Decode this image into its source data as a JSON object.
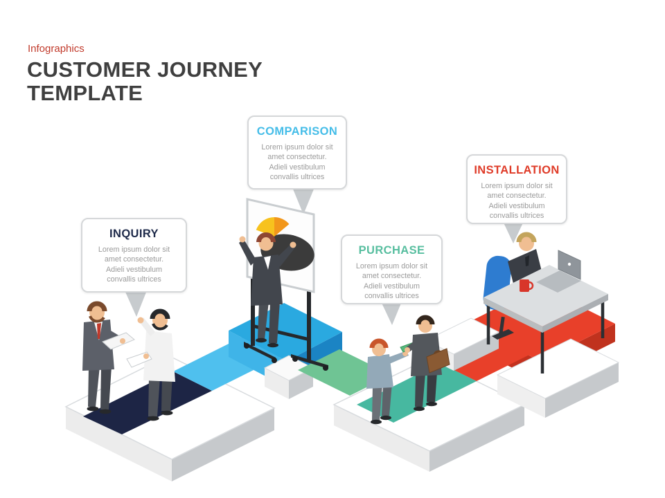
{
  "header": {
    "eyebrow": "Infographics",
    "title": [
      "CUSTOMER JOURNEY",
      "TEMPLATE"
    ],
    "eyebrow_color": "#C13A2B",
    "title_color": "#3F3F3F"
  },
  "callouts": {
    "inquiry": {
      "title": "INQUIRY",
      "title_color": "#1E2A4A",
      "body": [
        "Lorem ipsum dolor sit",
        "amet consectetur.",
        "Adieli vestibulum",
        "convallis ultrices"
      ]
    },
    "comparison": {
      "title": "COMPARISON",
      "title_color": "#45BDE8",
      "body": [
        "Lorem ipsum dolor sit",
        "amet consectetur.",
        "Adieli vestibulum",
        "convallis ultrices"
      ]
    },
    "purchase": {
      "title": "PURCHASE",
      "title_color": "#57BE9F",
      "body": [
        "Lorem ipsum dolor sit",
        "amet consectetur.",
        "Adieli vestibulum",
        "convallis ultrices"
      ]
    },
    "installation": {
      "title": "INSTALLATION",
      "title_color": "#DF3B28",
      "body": [
        "Lorem ipsum dolor sit",
        "amet consectetur.",
        "Adieli vestibulum",
        "convallis ultrices"
      ]
    }
  },
  "scene": {
    "description": "isometric customer journey path with four stages",
    "step_colors": {
      "inquiry_path": "#1D2545",
      "comparison_path": "#2AA9E0",
      "purchase_path": "#47B8A0",
      "installation_path": "#E8402A"
    },
    "whiteboard_pie_colors": [
      "#3B3B3B",
      "#F7C21E",
      "#F2971B"
    ]
  }
}
